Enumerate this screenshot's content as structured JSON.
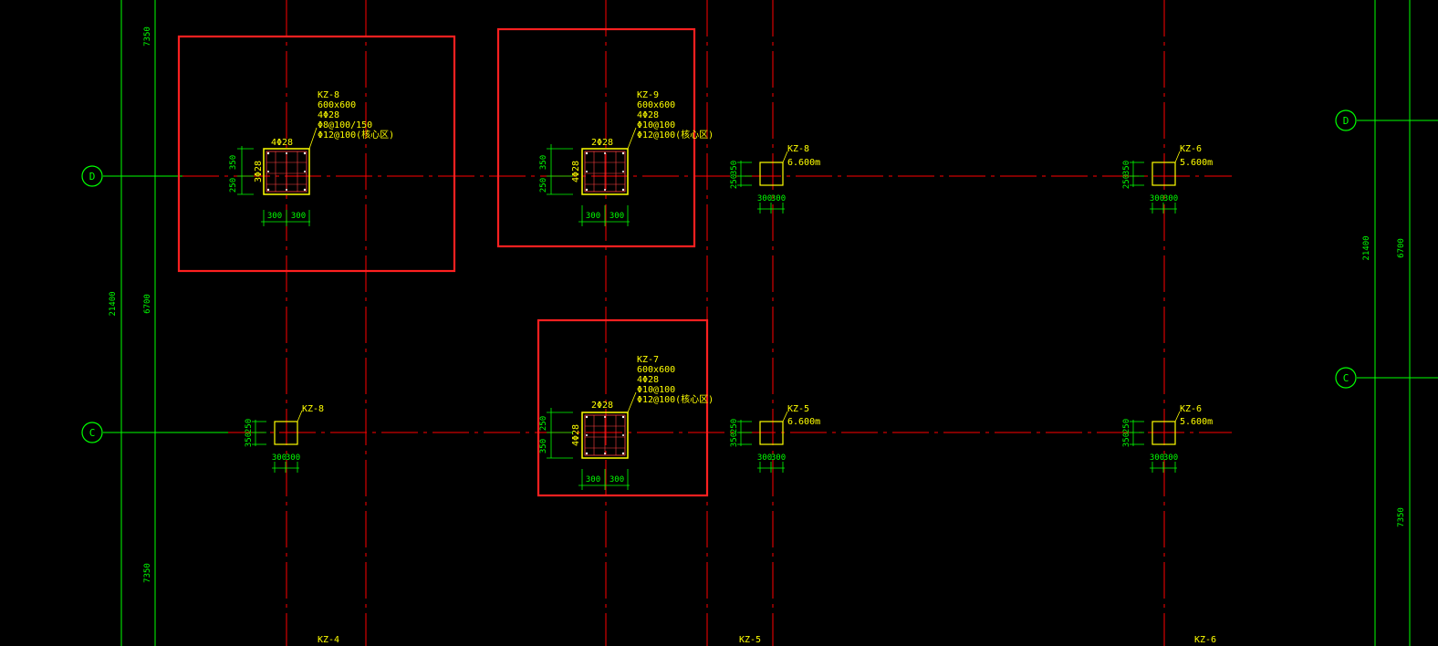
{
  "colors": {
    "background": "#000000",
    "axis_line": "#00ff00",
    "center_line": "#ff0000",
    "column_outline": "#ffff00",
    "highlight_box": "#ff2020",
    "annotation_text": "#ffff00",
    "dimension_text": "#00ff00"
  },
  "axis_labels": {
    "left_d": "D",
    "left_c": "C",
    "right_d": "D",
    "right_c": "C"
  },
  "vertical_dims": {
    "left_top": "7350",
    "left_mid": "6700",
    "left_total": "21400",
    "left_bottom": "7350",
    "right_total": "21400",
    "right_mid": "6700",
    "right_bottom": "7350"
  },
  "bottom_labels": {
    "col_a": "KZ-4",
    "col_b": "KZ-5",
    "col_c": "KZ-6"
  },
  "columns": {
    "kz8_detail": {
      "name": "KZ-8",
      "size": "600x600",
      "main_bar": "4Φ28",
      "stirrup": "Φ8@100/150",
      "core_bar": "Φ12@100(核心区)",
      "top_bar": "4Φ28",
      "side_bar": "3Φ28",
      "dim_h1": "350",
      "dim_h2": "250",
      "dim_w1": "300",
      "dim_w2": "300"
    },
    "kz9_detail": {
      "name": "KZ-9",
      "size": "600x600",
      "main_bar": "4Φ28",
      "stirrup": "Φ10@100",
      "core_bar": "Φ12@100(核心区)",
      "top_bar": "2Φ28",
      "side_bar": "4Φ28",
      "dim_h1": "350",
      "dim_h2": "250",
      "dim_w1": "300",
      "dim_w2": "300"
    },
    "kz7_detail": {
      "name": "KZ-7",
      "size": "600x600",
      "main_bar": "4Φ28",
      "stirrup": "Φ10@100",
      "core_bar": "Φ12@100(核心区)",
      "top_bar": "2Φ28",
      "side_bar": "4Φ28",
      "dim_h1": "250",
      "dim_h2": "350",
      "dim_w1": "300",
      "dim_w2": "300"
    },
    "kz8_c": {
      "name": "KZ-8",
      "dim_h1": "250",
      "dim_h2": "350",
      "dim_w1": "300",
      "dim_w2": "300"
    },
    "kz8_d_small": {
      "name": "KZ-8",
      "note": "6.600m",
      "dim_h1": "350",
      "dim_h2": "250",
      "dim_w1": "300",
      "dim_w2": "300"
    },
    "kz5_c": {
      "name": "KZ-5",
      "note": "6.600m",
      "dim_h1": "250",
      "dim_h2": "350",
      "dim_w1": "300",
      "dim_w2": "300"
    },
    "kz6_d": {
      "name": "KZ-6",
      "note": "5.600m",
      "dim_h1": "350",
      "dim_h2": "250",
      "dim_w1": "300",
      "dim_w2": "300"
    },
    "kz6_c": {
      "name": "KZ-6",
      "note": "5.600m",
      "dim_h1": "250",
      "dim_h2": "350",
      "dim_w1": "300",
      "dim_w2": "300"
    }
  }
}
